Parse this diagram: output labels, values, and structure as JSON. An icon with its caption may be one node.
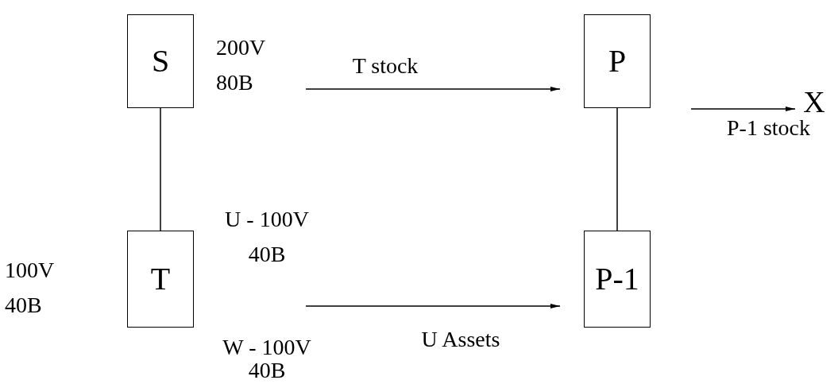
{
  "diagram": {
    "nodes": [
      {
        "text": [
          "S"
        ],
        "beside": [
          "200V 80B"
        ]
      },
      {
        "text": [
          "P"
        ]
      },
      {
        "text": [
          "X"
        ]
      },
      {
        "text": [
          "T"
        ],
        "beside": [
          "100V 40B",
          "U - 100V 40B",
          "W - 100V 40B"
        ]
      },
      {
        "text": [
          "P-1"
        ]
      }
    ],
    "edges": [
      {
        "from": 0,
        "to": 1,
        "arrow": "to",
        "label": "T stock"
      },
      {
        "from": 1,
        "to": 2,
        "arrow": "to",
        "label": "P-1 stock"
      },
      {
        "from": 0,
        "to": 3,
        "arrow": "none"
      },
      {
        "from": 1,
        "to": 4,
        "arrow": "none"
      },
      {
        "from": 3,
        "to": 4,
        "arrow": "to",
        "label": "U Assets"
      }
    ]
  }
}
